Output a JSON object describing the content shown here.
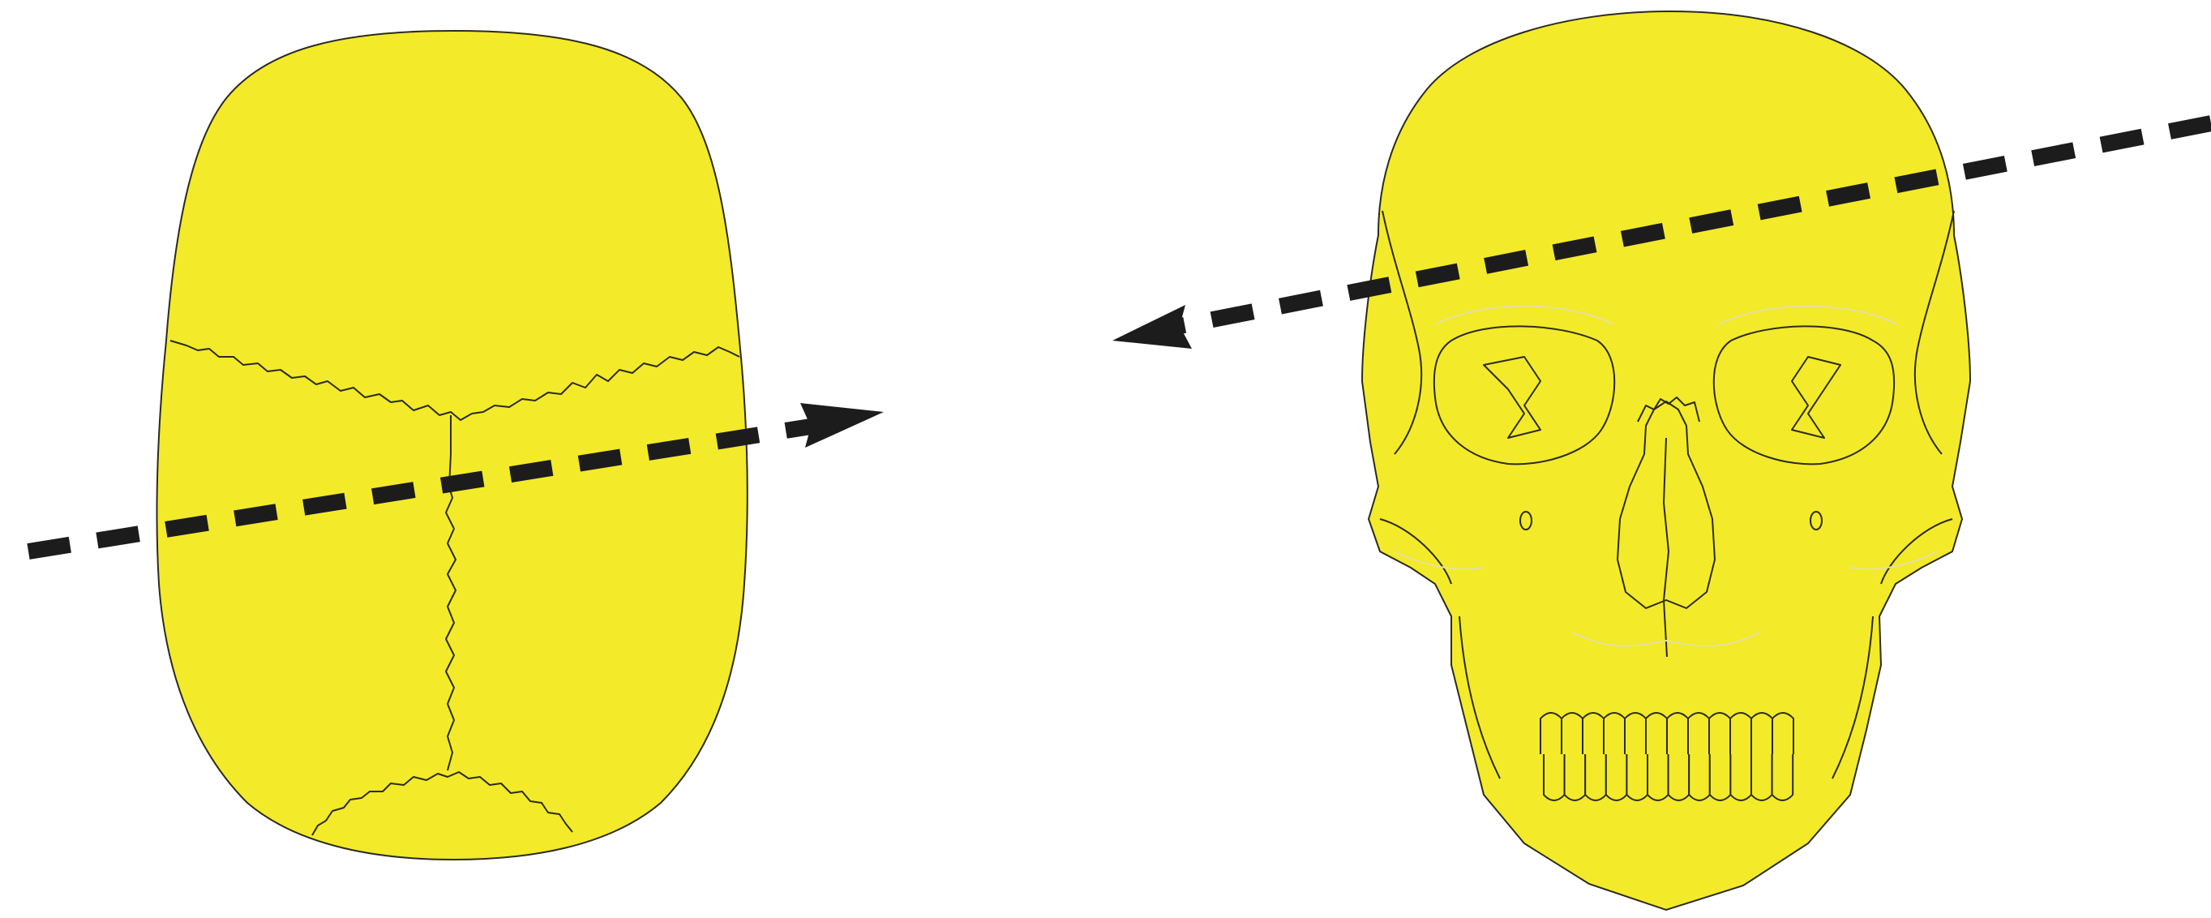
{
  "colors": {
    "background": "#ffffff",
    "bone_fill": "#f3ea2a",
    "outline": "#2b2b1e",
    "arrow": "#1c1c1c",
    "faint_detail": "#e8e0a0"
  },
  "figures": [
    {
      "id": "skull-superior-view",
      "icon": "skull-top-view-icon"
    },
    {
      "id": "skull-frontal-view",
      "icon": "skull-front-view-icon"
    }
  ],
  "arrows": [
    {
      "id": "superior-view-dashed-arrow",
      "style": "dashed",
      "direction": "left-to-right"
    },
    {
      "id": "frontal-view-dashed-arrow",
      "style": "dashed",
      "direction": "right-to-left"
    }
  ]
}
